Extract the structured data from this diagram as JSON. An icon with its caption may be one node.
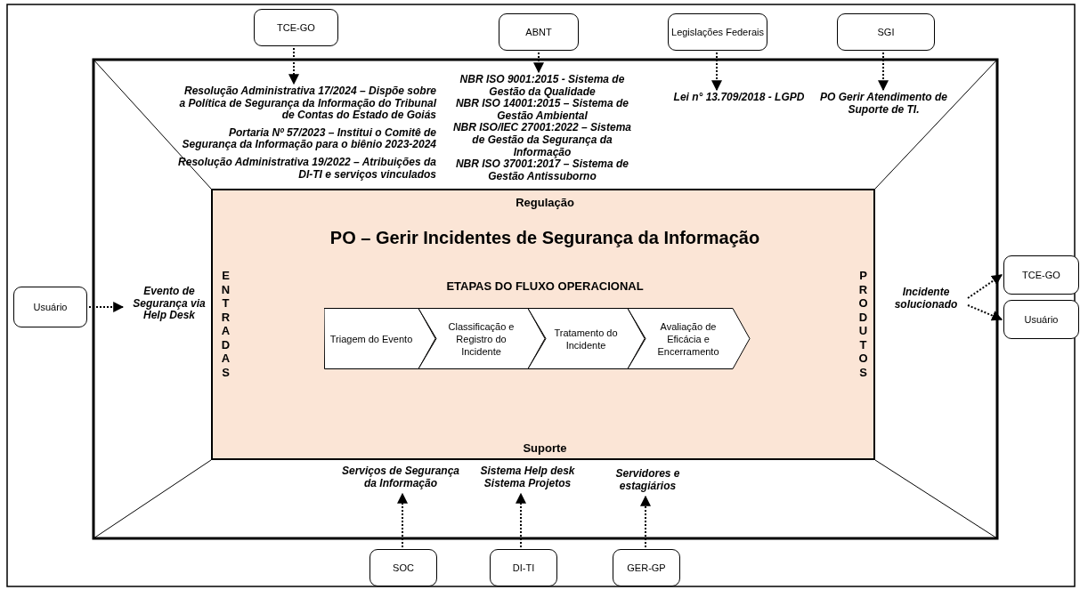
{
  "diagram": {
    "nodes": [
      {
        "text": [
          "TCE-GO"
        ]
      },
      {
        "text": [
          "ABNT"
        ]
      },
      {
        "text": [
          "Legislações Federais"
        ]
      },
      {
        "text": [
          "SGI"
        ]
      },
      {
        "text": [
          "Resolução Administrativa 17/2024 – Dispõe sobre a Política de Segurança da Informação do Tribunal de Contas do Estado de Goiás",
          "Portaria Nº 57/2023 – Institui o Comitê de Segurança da Informação para o biênio 2023-2024",
          "Resolução Administrativa 19/2022 – Atribuições da DI-TI e serviços vinculados"
        ]
      },
      {
        "text": [
          "NBR ISO 9001:2015 - Sistema de Gestão da Qualidade",
          "NBR   ISO 14001:2015 – Sistema de Gestão Ambiental",
          "NBR ISO/IEC 27001:2022 – Sistema de Gestão da Segurança da Informação",
          "NBR ISO 37001:2017 – Sistema de Gestão Antissuborno"
        ]
      },
      {
        "text": [
          "Lei n° 13.709/2018 - LGPD"
        ]
      },
      {
        "text": [
          "PO Gerir Atendimento de Suporte de TI."
        ]
      },
      {
        "text": [
          "Usuário"
        ]
      },
      {
        "text": [
          "Evento de Segurança via Help Desk"
        ]
      },
      {
        "text": [
          "Regulação",
          "PO – Gerir Incidentes de Segurança da Informação",
          "ENTRADAS",
          "ETAPAS DO FLUXO OPERACIONAL",
          "PRODUTOS",
          "Suporte"
        ]
      },
      {
        "text": [
          "Triagem do Evento"
        ],
        "in": 10
      },
      {
        "text": [
          "Classificação e Registro do Incidente"
        ],
        "in": 10
      },
      {
        "text": [
          "Tratamento do Incidente"
        ],
        "in": 10
      },
      {
        "text": [
          "Avaliação de Eficácia e Encerramento"
        ],
        "in": 10
      },
      {
        "text": [
          "Incidente solucionado"
        ]
      },
      {
        "text": [
          "TCE-GO"
        ]
      },
      {
        "text": [
          "Usuário"
        ]
      },
      {
        "text": [
          "Serviços de Segurança da Informação"
        ]
      },
      {
        "text": [
          "Sistema Help desk",
          "Sistema Projetos"
        ]
      },
      {
        "text": [
          "Servidores e estagiários"
        ]
      },
      {
        "text": [
          "SOC"
        ]
      },
      {
        "text": [
          "DI-TI"
        ]
      },
      {
        "text": [
          "GER-GP"
        ]
      }
    ],
    "edges": [
      {
        "from": 0,
        "to": 4,
        "arrow": "to"
      },
      {
        "from": 1,
        "to": 5,
        "arrow": "to"
      },
      {
        "from": 2,
        "to": 6,
        "arrow": "to"
      },
      {
        "from": 3,
        "to": 7,
        "arrow": "to"
      },
      {
        "from": 8,
        "to": 9,
        "arrow": "to"
      },
      {
        "from": 15,
        "to": 16,
        "arrow": "to"
      },
      {
        "from": 15,
        "to": 17,
        "arrow": "to"
      },
      {
        "from": 21,
        "to": 18,
        "arrow": "to"
      },
      {
        "from": 22,
        "to": 19,
        "arrow": "to"
      },
      {
        "from": 23,
        "to": 20,
        "arrow": "to"
      }
    ]
  }
}
